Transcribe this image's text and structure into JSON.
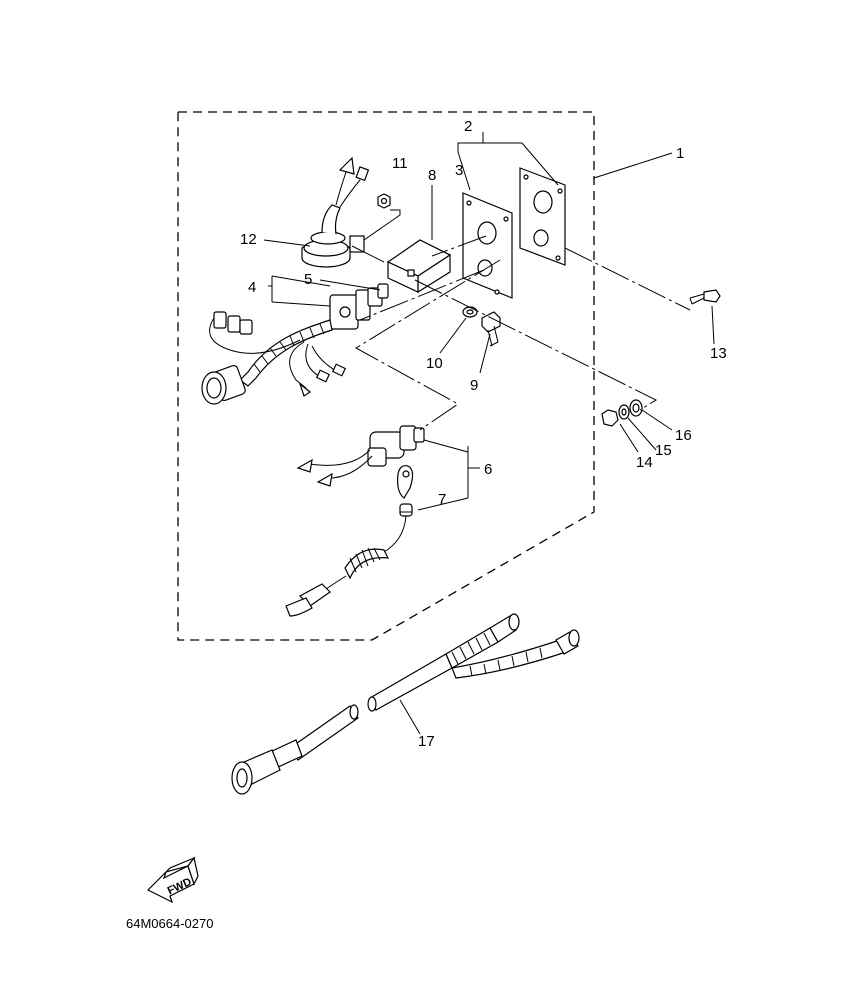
{
  "diagram": {
    "part_labels": [
      "1",
      "2",
      "3",
      "4",
      "5",
      "6",
      "7",
      "8",
      "9",
      "10",
      "11",
      "12",
      "13",
      "14",
      "15",
      "16",
      "17"
    ],
    "fwd_label": "FWD",
    "drawing_code": "64M0664-0270"
  }
}
